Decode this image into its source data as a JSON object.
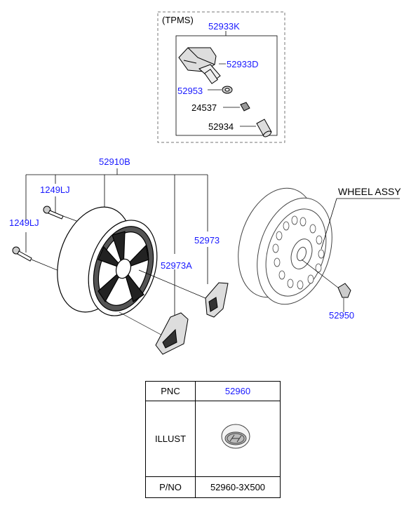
{
  "tpms": {
    "title": "(TPMS)",
    "parts": [
      "52933K",
      "52933D",
      "52953",
      "24537",
      "52934"
    ]
  },
  "wheel": {
    "main_part": "52910B",
    "bolt_upper": "1249LJ",
    "bolt_lower": "1249LJ",
    "cover_right": "52973",
    "cover_left": "52973A"
  },
  "spare": {
    "title": "WHEEL ASSY",
    "nut": "52950"
  },
  "table": {
    "pnc_label": "PNC",
    "pnc_value": "52960",
    "illust_label": "ILLUST",
    "pno_label": "P/NO",
    "pno_value": "52960-3X500"
  }
}
